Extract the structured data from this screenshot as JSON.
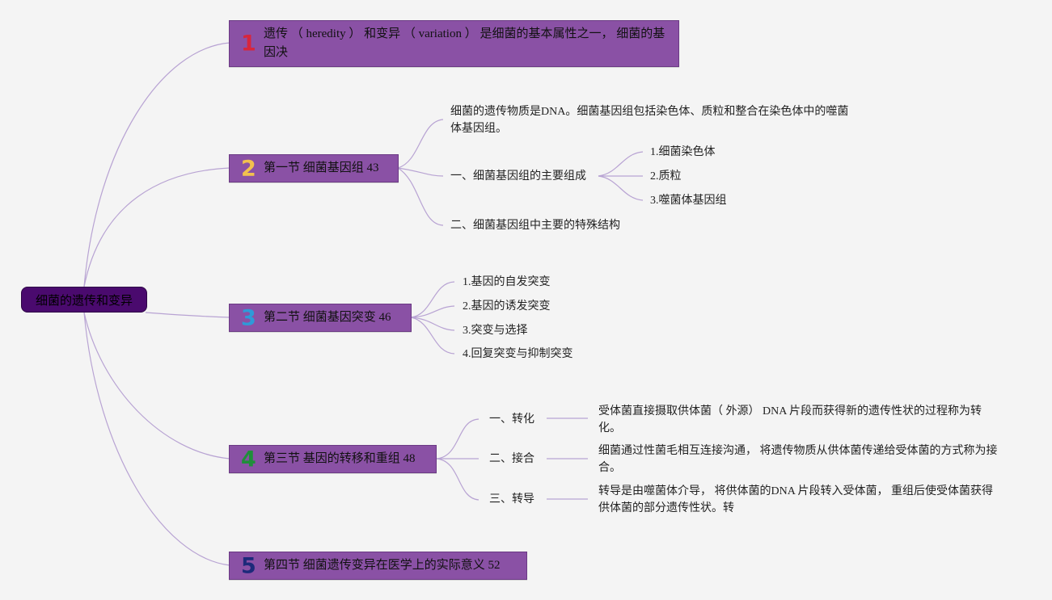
{
  "root": {
    "label": "细菌的遗传和变异"
  },
  "sections": [
    {
      "num": "1",
      "num_color": "#d7263d",
      "label": "遗传 （ heredity ） 和变异 （ variation ） 是细菌的基本属性之一， 细菌的基因决"
    },
    {
      "num": "2",
      "num_color": "#f2c14e",
      "label": "第一节 细菌基因组 43"
    },
    {
      "num": "3",
      "num_color": "#2f9ad8",
      "label": "第二节 细菌基因突变 46"
    },
    {
      "num": "4",
      "num_color": "#1f8f3a",
      "label": "第三节 基因的转移和重组 48"
    },
    {
      "num": "5",
      "num_color": "#1d2a7a",
      "label": "第四节 细菌遗传变异在医学上的实际意义 52"
    }
  ],
  "sec2": {
    "intro": "细菌的遗传物质是DNA。细菌基因组包括染色体、质粒和整合在染色体中的噬菌体基因组。",
    "main": "一、细菌基因组的主要组成",
    "items": [
      "1.细菌染色体",
      "2.质粒",
      "3.噬菌体基因组"
    ],
    "special": "二、细菌基因组中主要的特殊结构"
  },
  "sec3": {
    "items": [
      "1.基因的自发突变",
      "2.基因的诱发突变",
      "3.突变与选择",
      "4.回复突变与抑制突变"
    ]
  },
  "sec4": {
    "items": [
      {
        "label": "一、转化",
        "desc": "受体菌直接摄取供体菌（ 外源） DNA 片段而获得新的遗传性状的过程称为转化。"
      },
      {
        "label": "二、接合",
        "desc": "细菌通过性菌毛相互连接沟通， 将遗传物质从供体菌传递给受体菌的方式称为接合。"
      },
      {
        "label": "三、转导",
        "desc": "转导是由噬菌体介导， 将供体菌的DNA 片段转入受体菌， 重组后使受体菌获得供体菌的部分遗传性状。转"
      }
    ]
  },
  "colors": {
    "line": "#b8a3d3",
    "node": "#8a51a5",
    "root": "#4a0a6e"
  }
}
